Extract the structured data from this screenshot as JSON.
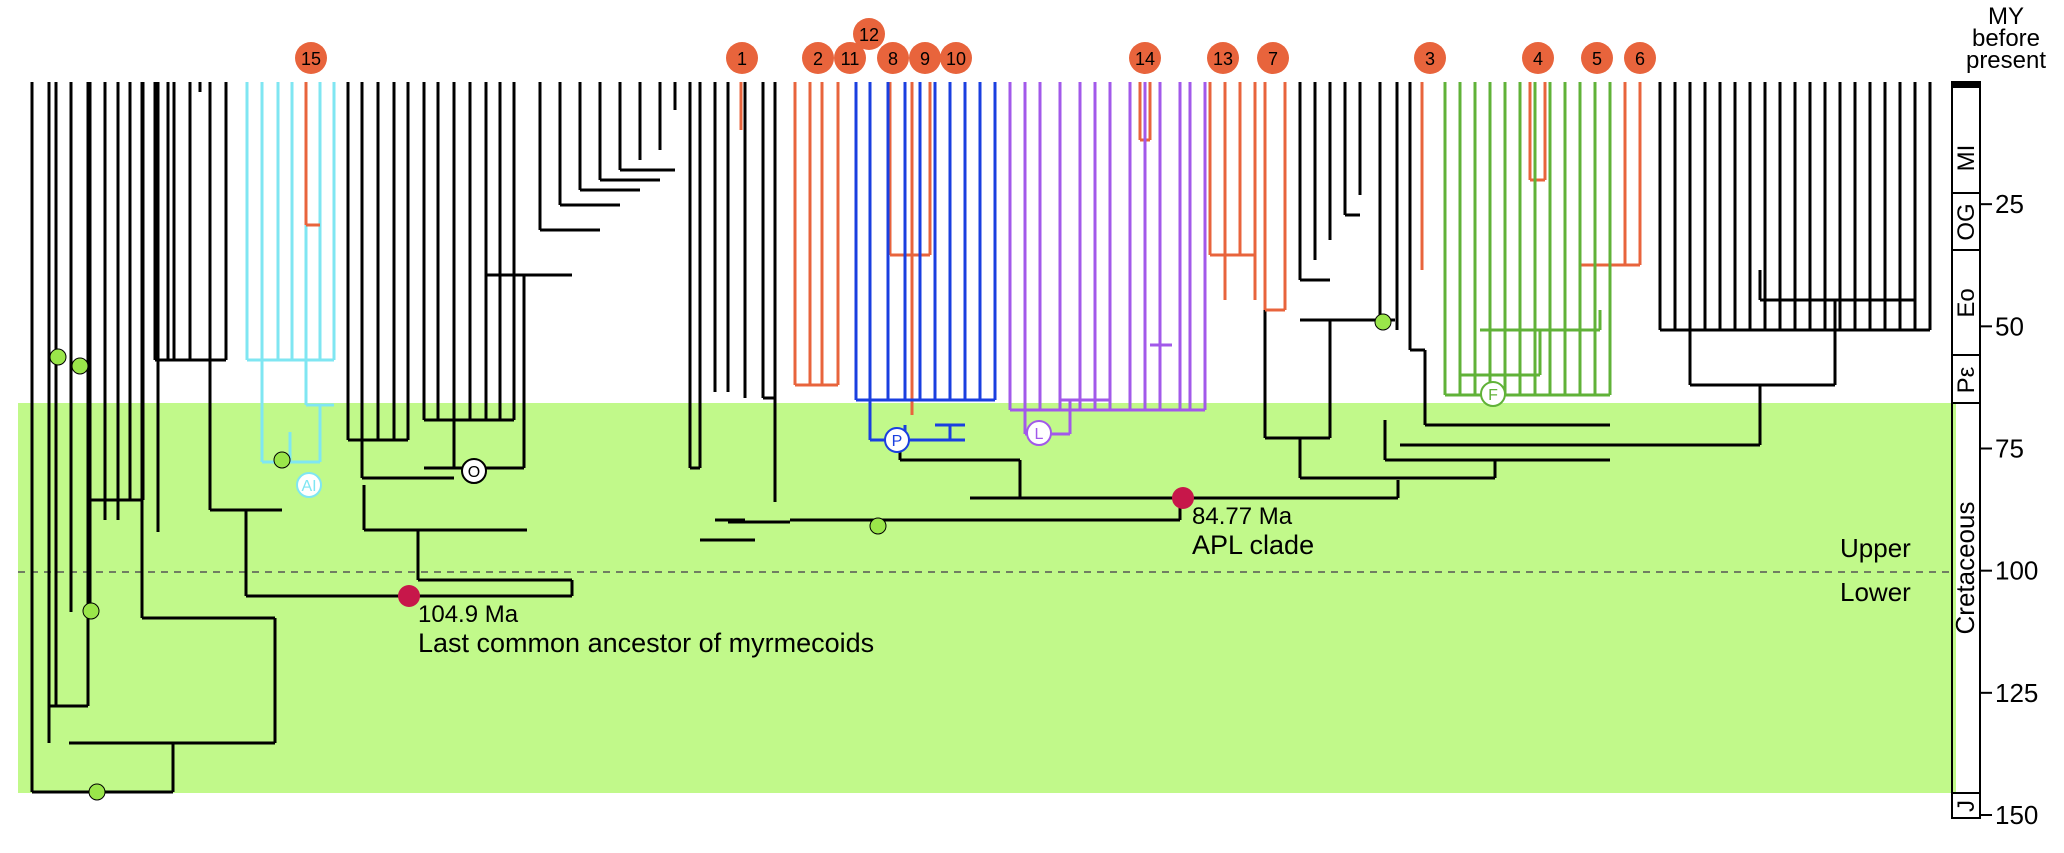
{
  "colors": {
    "cretaceous_band": "#c1f98a",
    "black": "#000000",
    "orange": "#e8643c",
    "cyan": "#7fe6f2",
    "blue": "#1a3fe0",
    "purple": "#a259ea",
    "green": "#60b238",
    "node_magenta": "#c7174a",
    "node_green": "#9ae64a"
  },
  "time_axis": {
    "header_line1": "MY",
    "header_line2": "before",
    "header_line3": "present",
    "ticks": [
      {
        "ma": 25,
        "label": "25"
      },
      {
        "ma": 50,
        "label": "50"
      },
      {
        "ma": 75,
        "label": "75"
      },
      {
        "ma": 100,
        "label": "100"
      },
      {
        "ma": 125,
        "label": "125"
      },
      {
        "ma": 150,
        "label": "150"
      }
    ],
    "max_ma": 150
  },
  "periods": [
    {
      "label": "MI",
      "start": 5,
      "end": 23
    },
    {
      "label": "OG",
      "start": 23,
      "end": 34
    },
    {
      "label": "Eo",
      "start": 34,
      "end": 56
    },
    {
      "label": "Pε",
      "start": 56,
      "end": 66
    },
    {
      "label": "Cretaceous",
      "start": 66,
      "end": 145
    },
    {
      "label": "J",
      "start": 145,
      "end": 150
    }
  ],
  "boundary_labels": {
    "upper": "Upper",
    "lower": "Lower"
  },
  "annotations": {
    "myrmecoid_age": "104.9 Ma",
    "myrmecoid_text": "Last common ancestor of myrmecoids",
    "apl_age": "84.77 Ma",
    "apl_text": "APL clade"
  },
  "clade_labels": {
    "ai": "AI",
    "o": "O",
    "p": "P",
    "l": "L",
    "f": "F"
  },
  "numbered_badges": [
    "15",
    "1",
    "2",
    "11",
    "12",
    "8",
    "9",
    "10",
    "14",
    "13",
    "7",
    "3",
    "4",
    "5",
    "6"
  ]
}
